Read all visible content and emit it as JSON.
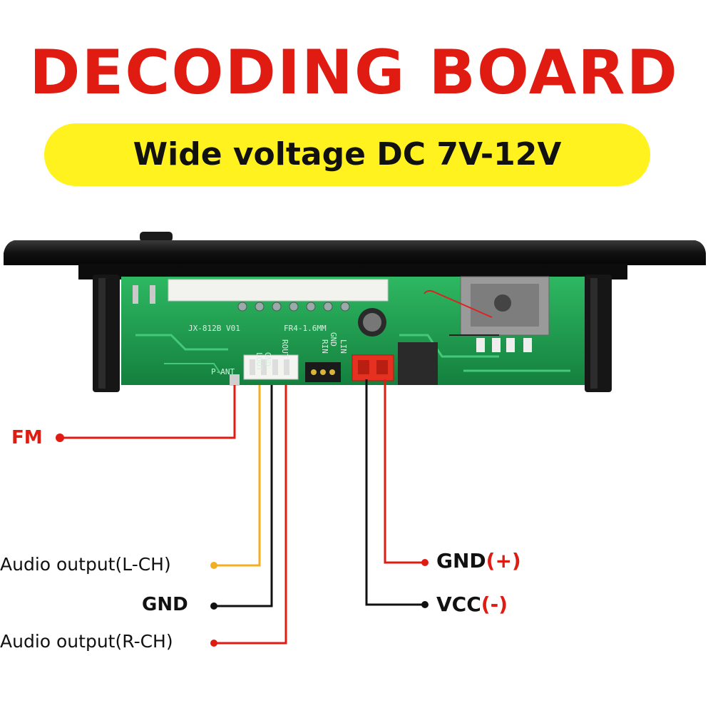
{
  "title": "DECODING BOARD",
  "subtitle": "Wide voltage DC 7V-12V",
  "board": {
    "silkscreen": [
      "JX-812B V01",
      "FR4-1.6MM",
      "LOUT",
      "GND",
      "ROUT",
      "RIN",
      "GND",
      "LIN",
      "P-ANT"
    ]
  },
  "labels": {
    "fm": "FM",
    "audio_left": "Audio output(L-CH)",
    "gnd": "GND",
    "audio_right": "Audio output(R-CH)",
    "gnd_plus_main": "GND",
    "gnd_plus_suffix": "(+)",
    "vcc_main": "VCC",
    "vcc_suffix": "(-)"
  },
  "colors": {
    "title_red": "#e01b12",
    "highlight_yellow": "#fff21f",
    "pcb_green": "#1fa052",
    "wire_red": "#e01b12",
    "wire_orange": "#f0b020",
    "wire_black": "#111111"
  }
}
